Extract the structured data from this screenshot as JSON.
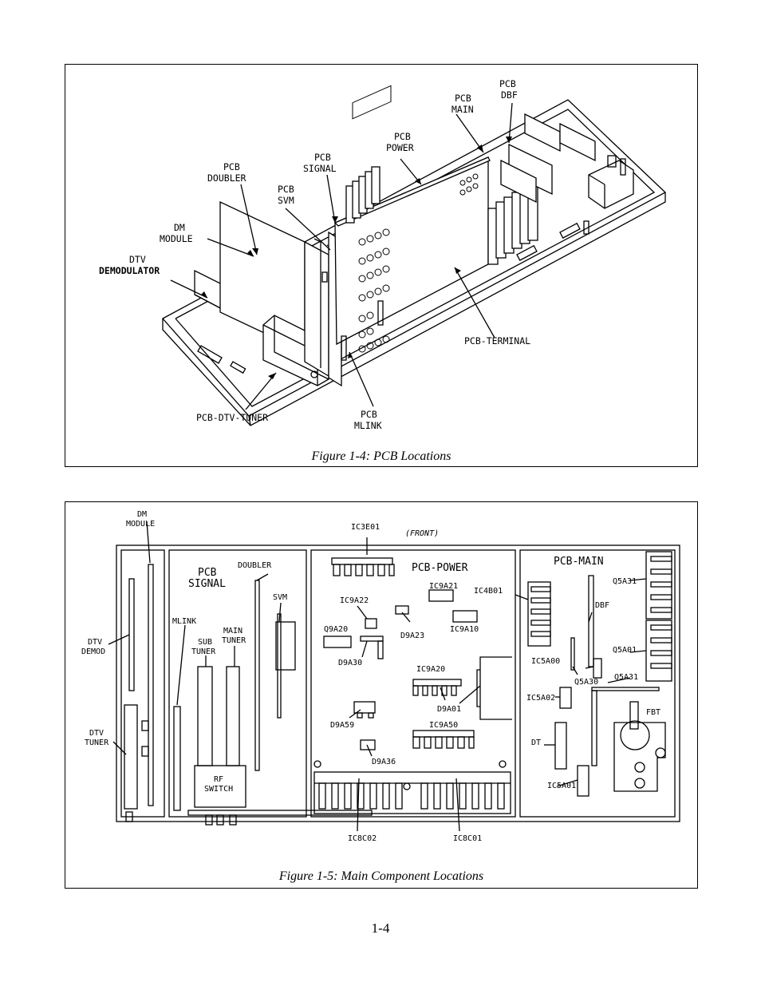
{
  "figure1": {
    "caption": "Figure 1-4:  PCB Locations",
    "labels": {
      "pcb_dbf_1": "PCB",
      "pcb_dbf_2": "DBF",
      "pcb_main_1": "PCB",
      "pcb_main_2": "MAIN",
      "pcb_power_1": "PCB",
      "pcb_power_2": "POWER",
      "pcb_signal_1": "PCB",
      "pcb_signal_2": "SIGNAL",
      "pcb_doubler_1": "PCB",
      "pcb_doubler_2": "DOUBLER",
      "pcb_svm_1": "PCB",
      "pcb_svm_2": "SVM",
      "dm_module_1": "DM",
      "dm_module_2": "MODULE",
      "dtv_demod_1": "DTV",
      "dtv_demod_2": "DEMODULATOR",
      "pcb_terminal": "PCB-TERMINAL",
      "pcb_dtv_tuner": "PCB-DTV-TUNER",
      "pcb_mlink_1": "PCB",
      "pcb_mlink_2": "MLINK"
    }
  },
  "figure2": {
    "caption": "Figure 1-5:  Main Component Locations",
    "front": "(FRONT)",
    "labels": {
      "dm_module_1": "DM",
      "dm_module_2": "MODULE",
      "ic3e01": "IC3E01",
      "pcb_signal_1": "PCB",
      "pcb_signal_2": "SIGNAL",
      "doubler": "DOUBLER",
      "svm": "SVM",
      "mlink": "MLINK",
      "sub_tuner_1": "SUB",
      "sub_tuner_2": "TUNER",
      "main_tuner_1": "MAIN",
      "main_tuner_2": "TUNER",
      "rf_switch_1": "RF",
      "rf_switch_2": "SWITCH",
      "dtv_demod_1": "DTV",
      "dtv_demod_2": "DEMOD",
      "dtv_tuner_1": "DTV",
      "dtv_tuner_2": "TUNER",
      "pcb_power": "PCB-POWER",
      "ic9a21": "IC9A21",
      "ic9a22": "IC9A22",
      "d9a23": "D9A23",
      "q9a20": "Q9A20",
      "ic9a10": "IC9A10",
      "d9a30": "D9A30",
      "ic9a20": "IC9A20",
      "d9a01": "D9A01",
      "d9a59": "D9A59",
      "ic9a50": "IC9A50",
      "d9a36": "D9A36",
      "ic8c02": "IC8C02",
      "ic8c01": "IC8C01",
      "pcb_main": "PCB-MAIN",
      "ic4b01": "IC4B01",
      "q5a31a": "Q5A31",
      "dbf": "DBF",
      "q5a01": "Q5A01",
      "ic5a00": "IC5A00",
      "q5a30": "Q5A30",
      "q5a31b": "Q5A31",
      "ic5a02": "IC5A02",
      "fbt": "FBT",
      "dt": "DT",
      "ic5a01": "IC5A01"
    }
  },
  "page_number": "1-4"
}
